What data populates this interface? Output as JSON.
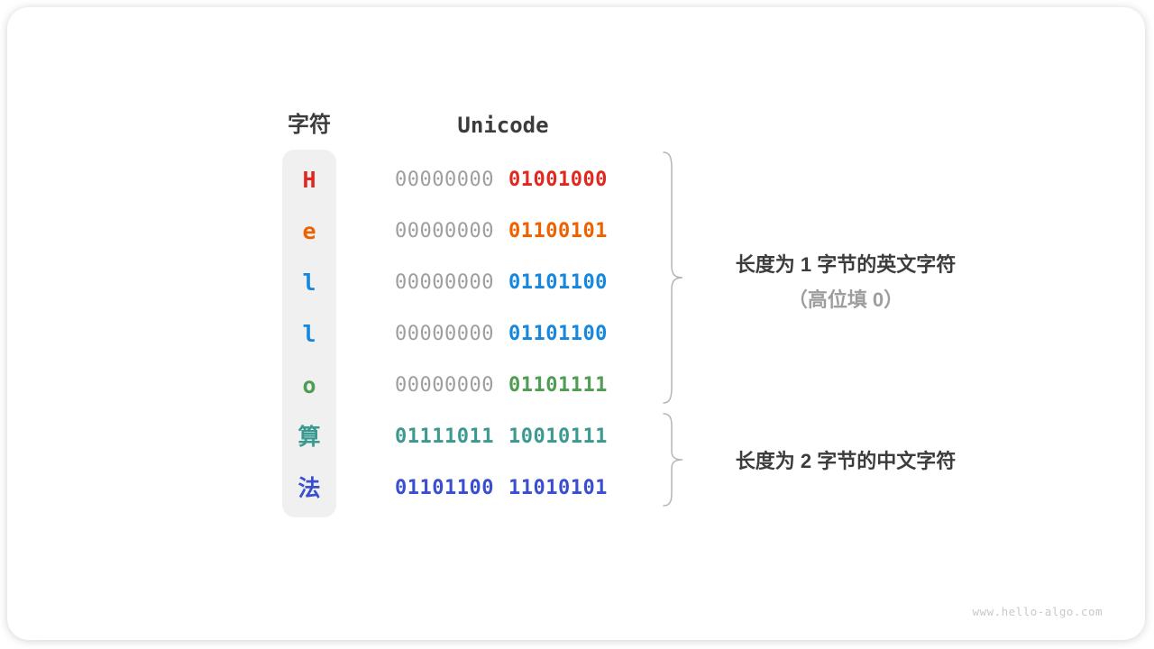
{
  "table": {
    "headers": {
      "char": "字符",
      "unicode": "Unicode"
    },
    "rows": [
      {
        "char": "H",
        "char_color": "#e0281e",
        "byte1": "00000000",
        "byte1_color": "#9e9e9e",
        "byte1_bold": false,
        "byte2": "01001000",
        "byte2_color": "#e0281e"
      },
      {
        "char": "e",
        "char_color": "#ee6101",
        "byte1": "00000000",
        "byte1_color": "#9e9e9e",
        "byte1_bold": false,
        "byte2": "01100101",
        "byte2_color": "#ee6101"
      },
      {
        "char": "l",
        "char_color": "#1687dd",
        "byte1": "00000000",
        "byte1_color": "#9e9e9e",
        "byte1_bold": false,
        "byte2": "01101100",
        "byte2_color": "#1687dd"
      },
      {
        "char": "l",
        "char_color": "#1687dd",
        "byte1": "00000000",
        "byte1_color": "#9e9e9e",
        "byte1_bold": false,
        "byte2": "01101100",
        "byte2_color": "#1687dd"
      },
      {
        "char": "o",
        "char_color": "#4e9d52",
        "byte1": "00000000",
        "byte1_color": "#9e9e9e",
        "byte1_bold": false,
        "byte2": "01101111",
        "byte2_color": "#4e9d52"
      },
      {
        "char": "算",
        "char_color": "#3a9a90",
        "byte1": "01111011",
        "byte1_color": "#3a9a90",
        "byte1_bold": true,
        "byte2": "10010111",
        "byte2_color": "#3a9a90"
      },
      {
        "char": "法",
        "char_color": "#3a4fd0",
        "byte1": "01101100",
        "byte1_color": "#3a4fd0",
        "byte1_bold": true,
        "byte2": "11010101",
        "byte2_color": "#3a4fd0"
      }
    ]
  },
  "annotations": {
    "english": {
      "line1": "长度为 1 字节的英文字符",
      "line2": "（高位填 0）"
    },
    "chinese": {
      "line1": "长度为 2 字节的中文字符"
    }
  },
  "colors": {
    "header_text": "#3c3c3c",
    "gray_bits": "#9e9e9e",
    "strip_bg": "#f0f0f0",
    "brace": "#b5b5b5",
    "annotation_sub": "#9e9e9e",
    "watermark": "#c9c9c9"
  },
  "watermark": "www.hello-algo.com"
}
